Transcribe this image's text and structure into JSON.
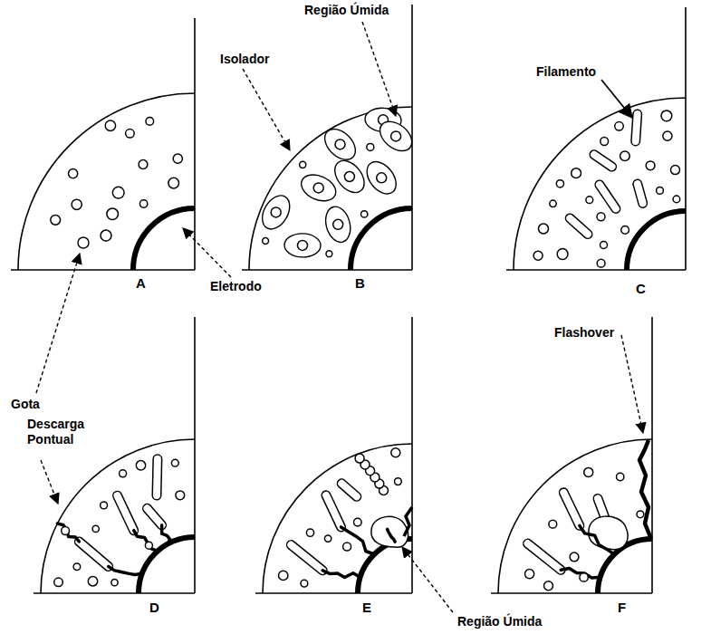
{
  "diagram": {
    "labels": [
      "Região Úmida",
      "Isolador",
      "Filamento",
      "Gota",
      "Eletrodo",
      "A",
      "B",
      "C",
      "Descarga Pontual",
      "Flashover",
      "D",
      "E",
      "F",
      "Região Úmida"
    ]
  }
}
